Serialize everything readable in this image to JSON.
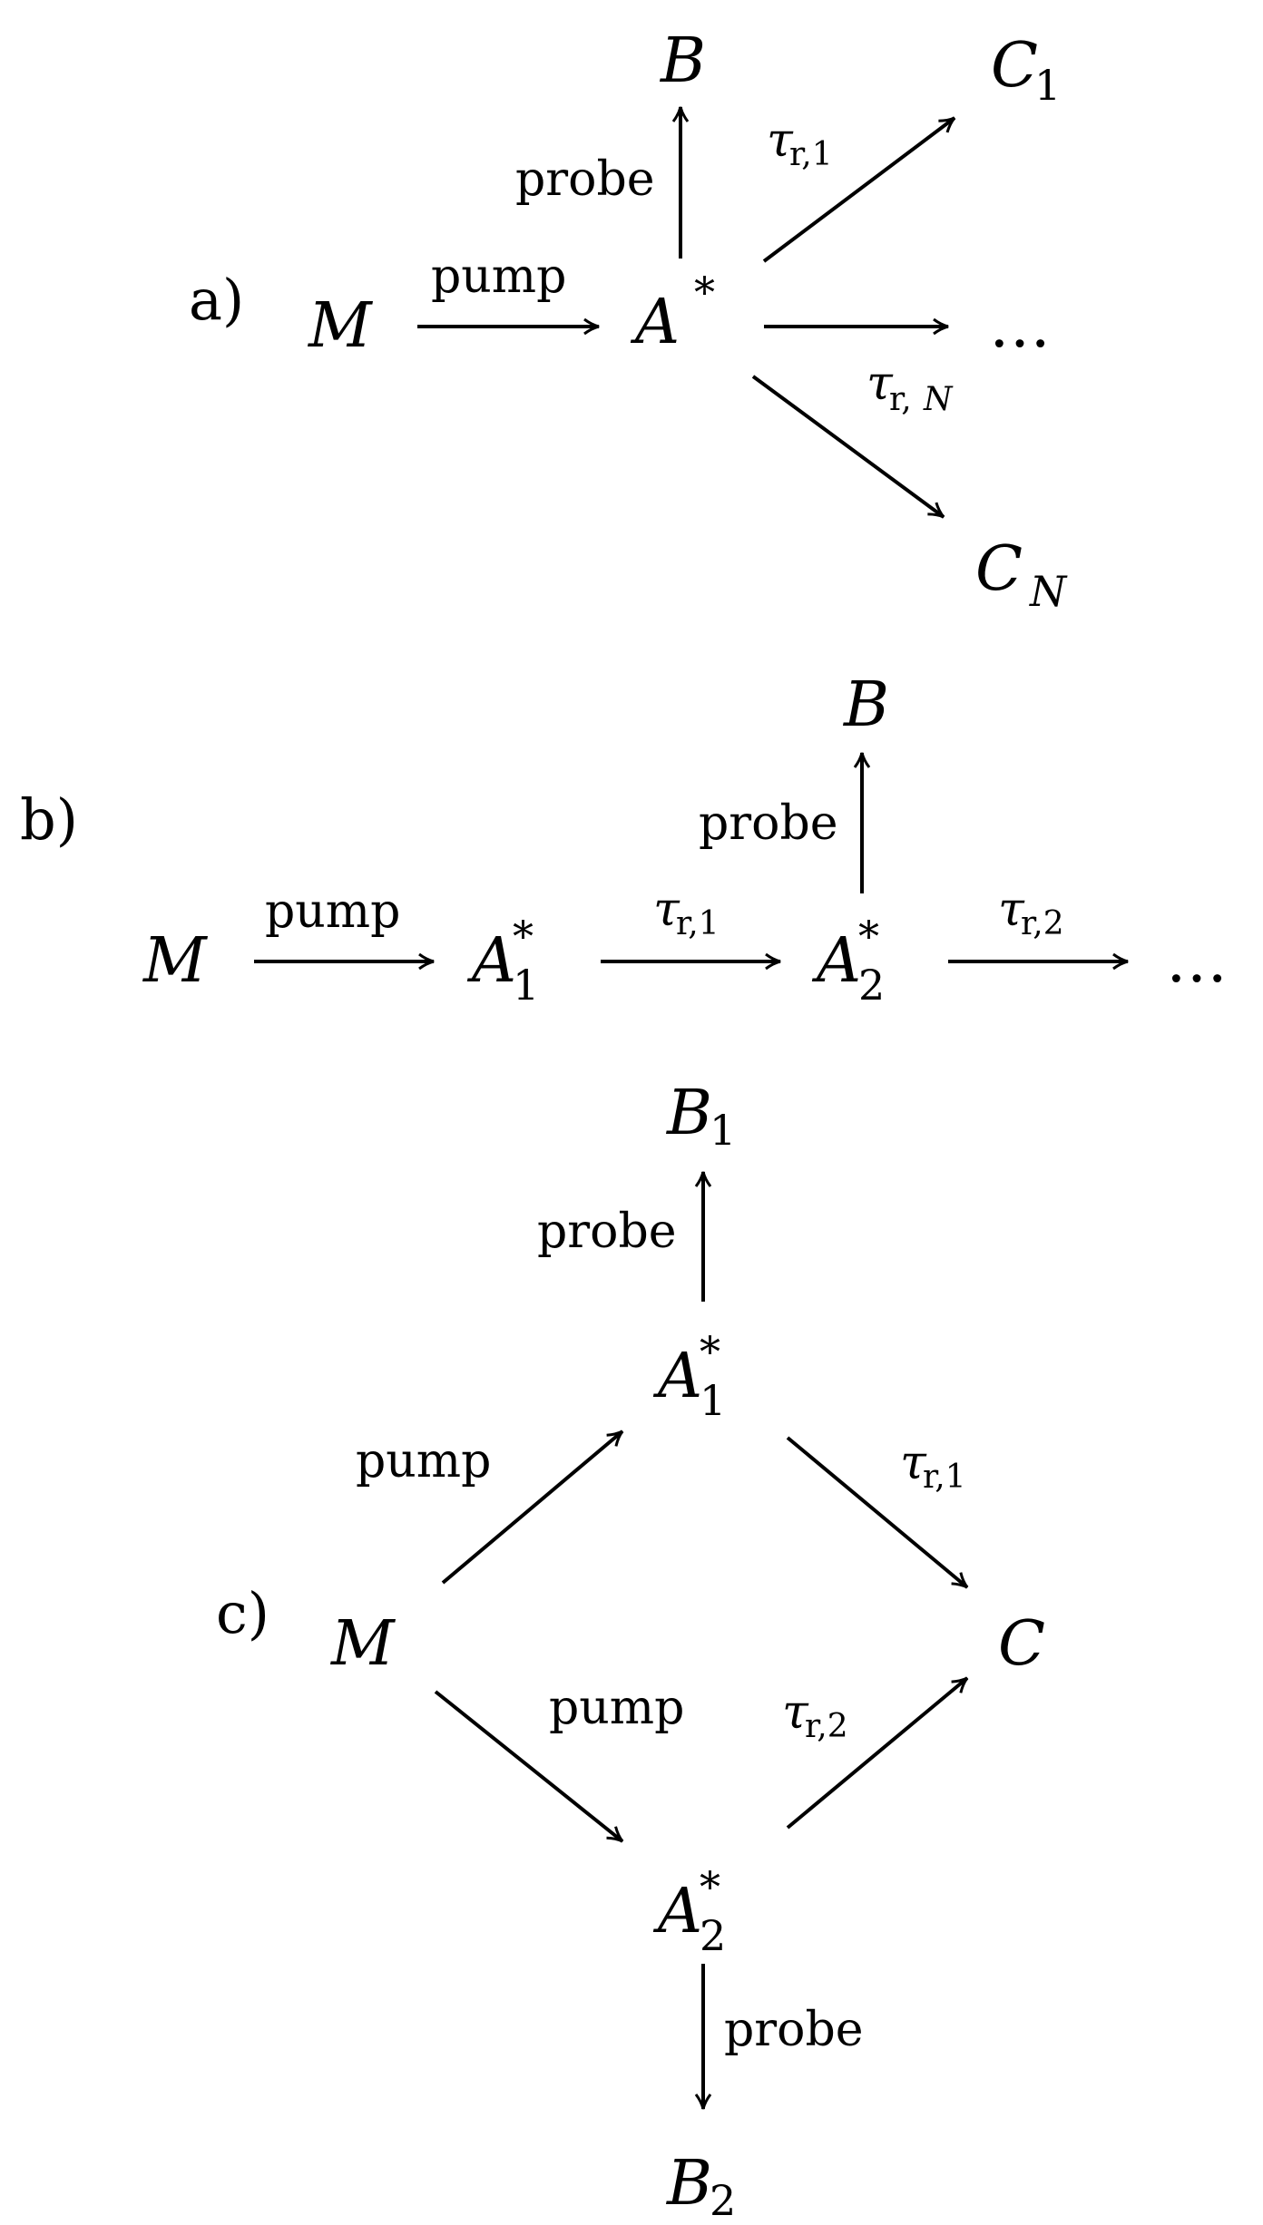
{
  "panels": {
    "a": {
      "label": "a)",
      "nodes": {
        "M": "M",
        "Astar": {
          "main": "A",
          "sup": "*"
        },
        "B": "B",
        "C1": {
          "main": "C",
          "sub": "1"
        },
        "dots": "…",
        "CN": {
          "main": "C",
          "sub": "N"
        }
      },
      "edges": {
        "pump": "pump",
        "probe": "probe",
        "tau1": {
          "sym": "τ",
          "sub": "r,1"
        },
        "tauN": {
          "sym": "τ",
          "sub_r": "r,",
          "sub_n": "N"
        }
      }
    },
    "b": {
      "label": "b)",
      "nodes": {
        "M": "M",
        "A1": {
          "main": "A",
          "sup": "*",
          "sub": "1"
        },
        "A2": {
          "main": "A",
          "sup": "*",
          "sub": "2"
        },
        "B": "B",
        "dots": "…"
      },
      "edges": {
        "pump": "pump",
        "probe": "probe",
        "tau1": {
          "sym": "τ",
          "sub": "r,1"
        },
        "tau2": {
          "sym": "τ",
          "sub": "r,2"
        }
      }
    },
    "c": {
      "label": "c)",
      "nodes": {
        "M": "M",
        "B1": {
          "main": "B",
          "sub": "1"
        },
        "A1": {
          "main": "A",
          "sup": "*",
          "sub": "1"
        },
        "A2": {
          "main": "A",
          "sup": "*",
          "sub": "2"
        },
        "C": "C",
        "B2": {
          "main": "B",
          "sub": "2"
        }
      },
      "edges": {
        "probe1": "probe",
        "pump1": "pump",
        "pump2": "pump",
        "tau1": {
          "sym": "τ",
          "sub": "r,1"
        },
        "tau2": {
          "sym": "τ",
          "sub": "r,2"
        },
        "probe2": "probe"
      }
    }
  }
}
